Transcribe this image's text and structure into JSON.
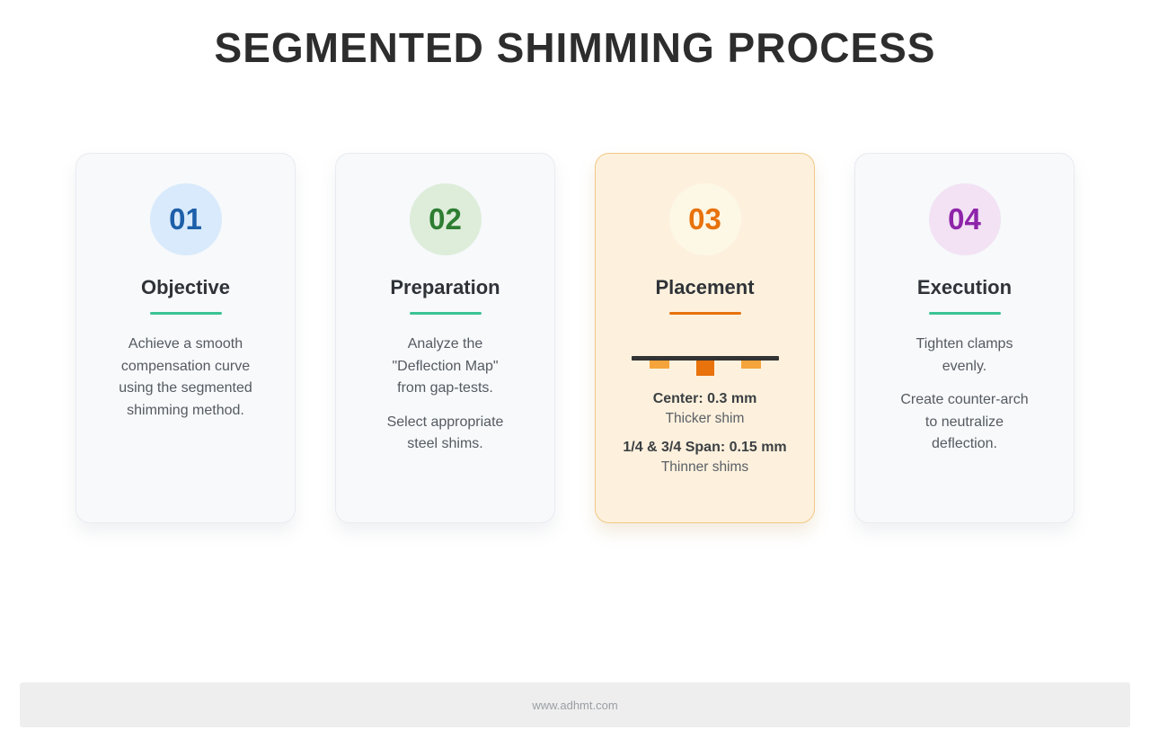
{
  "page": {
    "title": "SEGMENTED SHIMMING PROCESS",
    "footer_url": "www.adhmt.com"
  },
  "colors": {
    "title_text": "#2d2d2d",
    "card_bg": "#f7f9fb",
    "card_border": "#e8ebf1",
    "highlight_card_bg": "#fdf1dd",
    "highlight_card_border": "#f2c885",
    "accent_teal": "#3cc394",
    "accent_orange": "#e8720c",
    "beam": "#333333",
    "shim_side": "#f5a43b",
    "shim_center": "#e8720c",
    "body_text": "#555a60",
    "footer_bg": "#eeeeee"
  },
  "cards": [
    {
      "number": "01",
      "title": "Objective",
      "circle_color": "#d8eafb",
      "number_color": "#1d5fa9",
      "underline_color": "#3cc394",
      "lines": [
        [
          "Achieve a smooth",
          "compensation curve",
          "using the segmented",
          "shimming method."
        ]
      ]
    },
    {
      "number": "02",
      "title": "Preparation",
      "circle_color": "#ddedda",
      "number_color": "#2e7d32",
      "underline_color": "#3cc394",
      "lines": [
        [
          "Analyze the",
          "\"Deflection Map\"",
          "from gap-tests."
        ],
        [
          "Select appropriate",
          "steel shims."
        ]
      ]
    },
    {
      "number": "03",
      "title": "Placement",
      "highlighted": true,
      "circle_color": "#fdf7e6",
      "number_color": "#e8720c",
      "underline_color": "#e8720c",
      "diagram": {
        "name": "beam-with-three-shims",
        "beam_color": "#333333",
        "side_shim_color": "#f5a43b",
        "center_shim_color": "#e8720c"
      },
      "specs": [
        {
          "label": "Center: 0.3 mm",
          "desc": "Thicker shim"
        },
        {
          "label": "1/4 & 3/4 Span: 0.15 mm",
          "desc": "Thinner shims"
        }
      ]
    },
    {
      "number": "04",
      "title": "Execution",
      "circle_color": "#f2e2f4",
      "number_color": "#8e24aa",
      "underline_color": "#3cc394",
      "lines": [
        [
          "Tighten clamps",
          "evenly."
        ],
        [
          "Create counter-arch",
          "to neutralize",
          "deflection."
        ]
      ]
    }
  ]
}
